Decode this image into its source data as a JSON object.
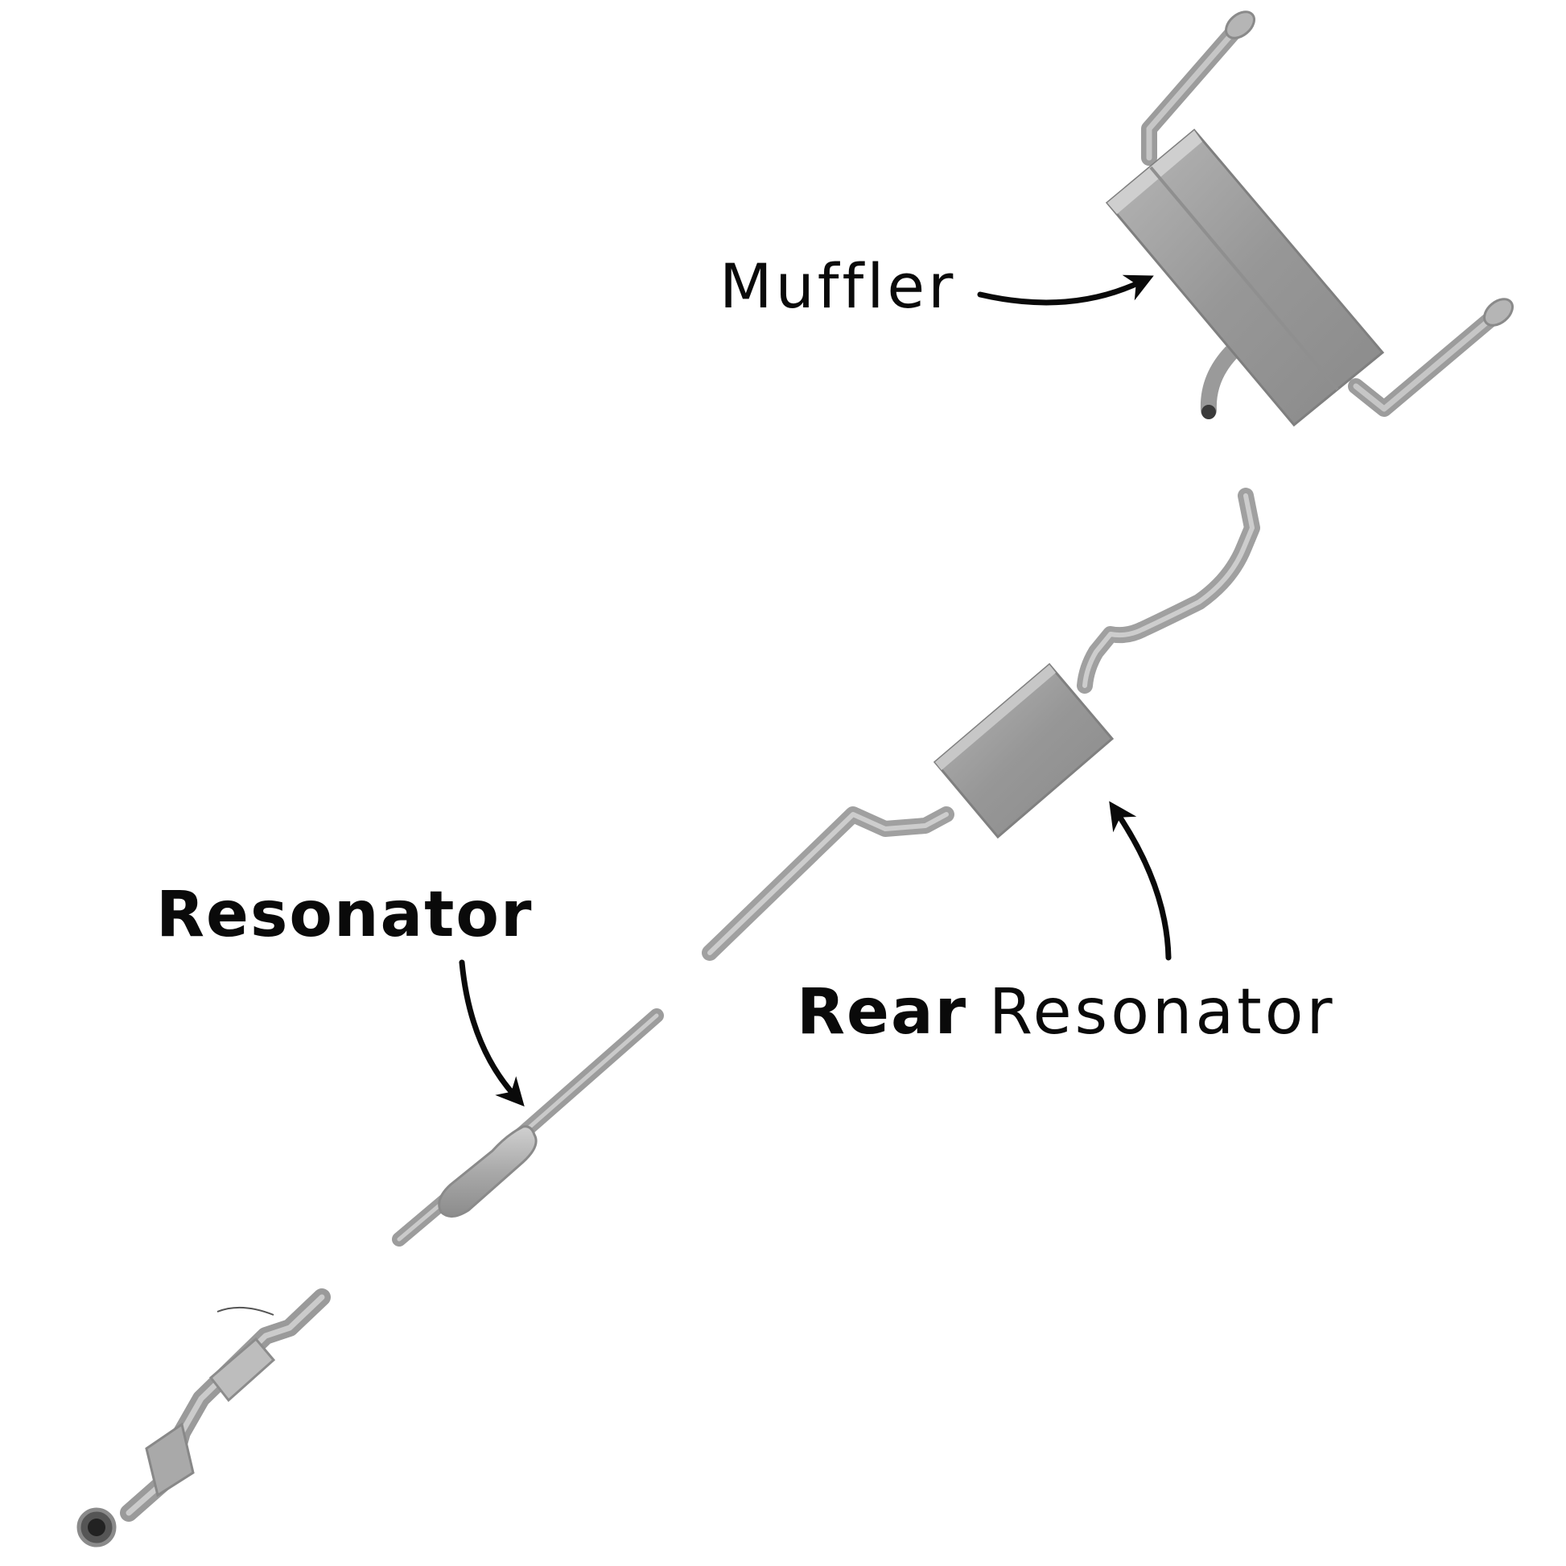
{
  "labels": {
    "muffler": "Muffler",
    "resonator": "Resonator",
    "rear_resonator_bold": "Rear",
    "rear_resonator_regular": "Resonator"
  },
  "colors": {
    "background": "#ffffff",
    "metal_dark": "#8a8a8a",
    "metal_mid": "#a4a4a4",
    "metal_light": "#c9c9c9",
    "text": "#0a0a0a"
  },
  "icons": {
    "arrow": "curved-arrow-icon"
  }
}
